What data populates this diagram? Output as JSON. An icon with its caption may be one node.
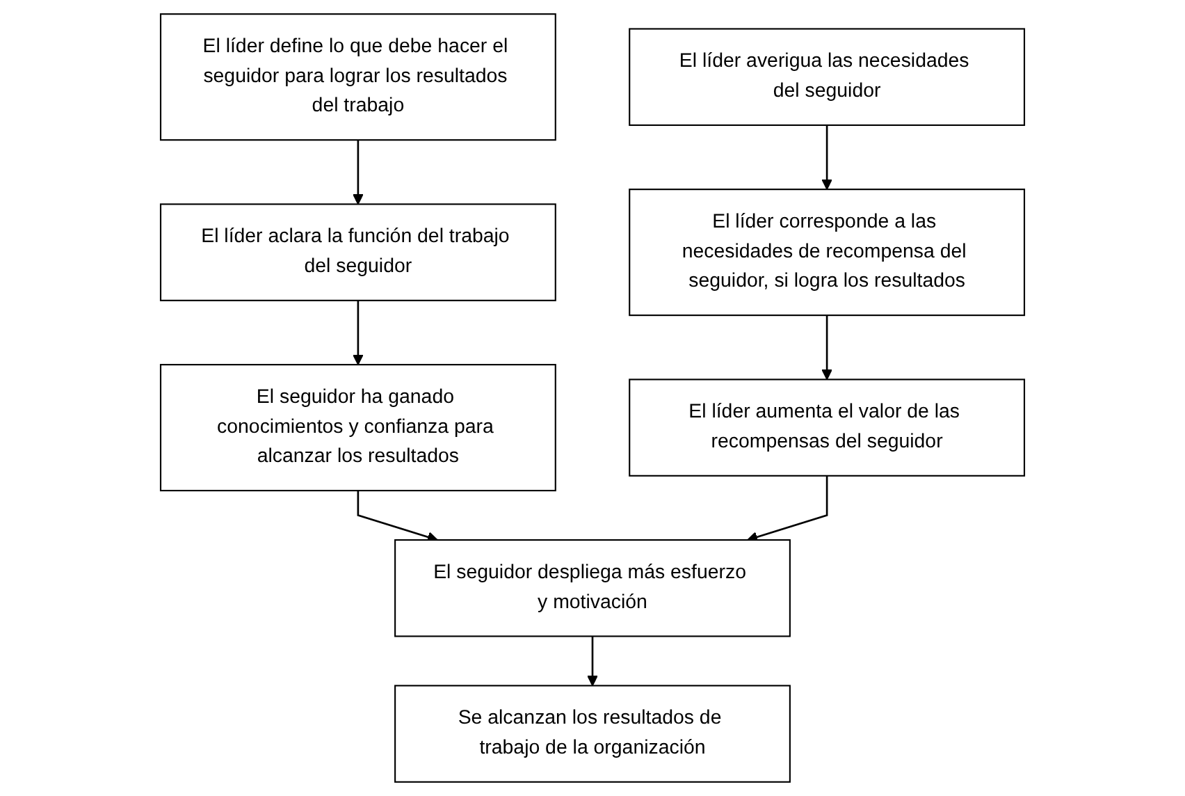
{
  "diagram": {
    "nodes": [
      {
        "text": [
          "El líder define lo que debe hacer el seguidor para lograr los resultados del trabajo"
        ]
      },
      {
        "text": [
          "El líder averigua las necesidades del seguidor"
        ]
      },
      {
        "text": [
          "El líder aclara la función del trabajo del seguidor"
        ]
      },
      {
        "text": [
          "El líder corresponde a las necesidades de recompensa del seguidor, si logra los resultados"
        ]
      },
      {
        "text": [
          "El seguidor ha ganado conocimientos y confianza para alcanzar los resultados"
        ]
      },
      {
        "text": [
          "El líder aumenta el valor de las recompensas del seguidor"
        ]
      },
      {
        "text": [
          "El seguidor despliega más esfuerzo y motivación"
        ]
      },
      {
        "text": [
          "Se alcanzan los resultados de trabajo de la organización"
        ]
      }
    ],
    "edges": [
      {
        "from": 0,
        "to": 2,
        "arrow": "to"
      },
      {
        "from": 2,
        "to": 4,
        "arrow": "to"
      },
      {
        "from": 1,
        "to": 3,
        "arrow": "to"
      },
      {
        "from": 3,
        "to": 5,
        "arrow": "to"
      },
      {
        "from": 4,
        "to": 6,
        "arrow": "to"
      },
      {
        "from": 5,
        "to": 6,
        "arrow": "to"
      },
      {
        "from": 6,
        "to": 7,
        "arrow": "to"
      }
    ]
  }
}
